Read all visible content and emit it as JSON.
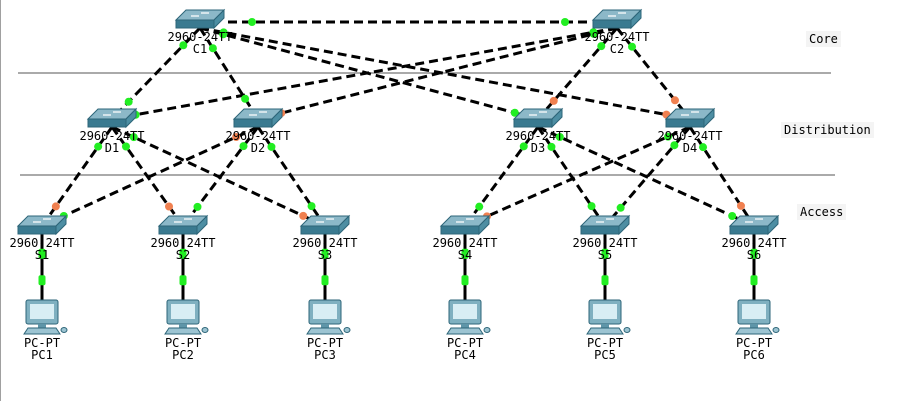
{
  "layers": {
    "core": "Core",
    "distribution": "Distribution",
    "access": "Access"
  },
  "colors": {
    "link": "#000000",
    "port_up": "#22ee22",
    "port_blocking": "#f08050",
    "switch_top": "#8cb8c8",
    "switch_front": "#3a7a90",
    "divider": "#555555"
  },
  "switches": [
    {
      "id": "C1",
      "model": "2960-24TT",
      "name": "C1"
    },
    {
      "id": "C2",
      "model": "2960-24TT",
      "name": "C2"
    },
    {
      "id": "D1",
      "model": "2960-24TT",
      "name": "D1"
    },
    {
      "id": "D2",
      "model": "2960-24TT",
      "name": "D2"
    },
    {
      "id": "D3",
      "model": "2960-24TT",
      "name": "D3"
    },
    {
      "id": "D4",
      "model": "2960-24TT",
      "name": "D4"
    },
    {
      "id": "S1",
      "model": "2960-24TT",
      "name": "S1"
    },
    {
      "id": "S2",
      "model": "2960-24TT",
      "name": "S2"
    },
    {
      "id": "S3",
      "model": "2960-24TT",
      "name": "S3"
    },
    {
      "id": "S4",
      "model": "2960-24TT",
      "name": "S4"
    },
    {
      "id": "S5",
      "model": "2960-24TT",
      "name": "S5"
    },
    {
      "id": "S6",
      "model": "2960-24TT",
      "name": "S6"
    }
  ],
  "pcs": [
    {
      "id": "PC1",
      "model": "PC-PT",
      "name": "PC1"
    },
    {
      "id": "PC2",
      "model": "PC-PT",
      "name": "PC2"
    },
    {
      "id": "PC3",
      "model": "PC-PT",
      "name": "PC3"
    },
    {
      "id": "PC4",
      "model": "PC-PT",
      "name": "PC4"
    },
    {
      "id": "PC5",
      "model": "PC-PT",
      "name": "PC5"
    },
    {
      "id": "PC6",
      "model": "PC-PT",
      "name": "PC6"
    }
  ],
  "links": [
    {
      "from": "C1",
      "to": "C2",
      "from_port": "up",
      "to_port": "up",
      "style": "dashed"
    },
    {
      "from": "C1",
      "to": "D1",
      "from_port": "up",
      "to_port": "up",
      "style": "dashed"
    },
    {
      "from": "C1",
      "to": "D2",
      "from_port": "up",
      "to_port": "up",
      "style": "dashed"
    },
    {
      "from": "C1",
      "to": "D3",
      "from_port": "up",
      "to_port": "up",
      "style": "dashed"
    },
    {
      "from": "C1",
      "to": "D4",
      "from_port": "up",
      "to_port": "blocking",
      "style": "dashed"
    },
    {
      "from": "C2",
      "to": "D1",
      "from_port": "up",
      "to_port": "up",
      "style": "dashed"
    },
    {
      "from": "C2",
      "to": "D2",
      "from_port": "up",
      "to_port": "blocking",
      "style": "dashed"
    },
    {
      "from": "C2",
      "to": "D3",
      "from_port": "up",
      "to_port": "blocking",
      "style": "dashed"
    },
    {
      "from": "C2",
      "to": "D4",
      "from_port": "up",
      "to_port": "blocking",
      "style": "dashed"
    },
    {
      "from": "D1",
      "to": "S1",
      "from_port": "up",
      "to_port": "blocking",
      "style": "dashed"
    },
    {
      "from": "D1",
      "to": "S2",
      "from_port": "up",
      "to_port": "blocking",
      "style": "dashed"
    },
    {
      "from": "D1",
      "to": "S3",
      "from_port": "up",
      "to_port": "blocking",
      "style": "dashed"
    },
    {
      "from": "D2",
      "to": "S1",
      "from_port": "blocking",
      "to_port": "up",
      "style": "dashed"
    },
    {
      "from": "D2",
      "to": "S2",
      "from_port": "up",
      "to_port": "up",
      "style": "dashed"
    },
    {
      "from": "D2",
      "to": "S3",
      "from_port": "up",
      "to_port": "up",
      "style": "dashed"
    },
    {
      "from": "D3",
      "to": "S4",
      "from_port": "up",
      "to_port": "up",
      "style": "dashed"
    },
    {
      "from": "D3",
      "to": "S5",
      "from_port": "up",
      "to_port": "up",
      "style": "dashed"
    },
    {
      "from": "D3",
      "to": "S6",
      "from_port": "up",
      "to_port": "up",
      "style": "dashed"
    },
    {
      "from": "D4",
      "to": "S4",
      "from_port": "up",
      "to_port": "blocking",
      "style": "dashed"
    },
    {
      "from": "D4",
      "to": "S5",
      "from_port": "up",
      "to_port": "up",
      "style": "dashed"
    },
    {
      "from": "D4",
      "to": "S6",
      "from_port": "up",
      "to_port": "blocking",
      "style": "dashed"
    },
    {
      "from": "S1",
      "to": "PC1",
      "from_port": "up",
      "to_port": "up",
      "style": "solid"
    },
    {
      "from": "S2",
      "to": "PC2",
      "from_port": "up",
      "to_port": "up",
      "style": "solid"
    },
    {
      "from": "S3",
      "to": "PC3",
      "from_port": "up",
      "to_port": "up",
      "style": "solid"
    },
    {
      "from": "S4",
      "to": "PC4",
      "from_port": "up",
      "to_port": "up",
      "style": "solid"
    },
    {
      "from": "S5",
      "to": "PC5",
      "from_port": "up",
      "to_port": "up",
      "style": "solid"
    },
    {
      "from": "S6",
      "to": "PC6",
      "from_port": "up",
      "to_port": "up",
      "style": "solid"
    }
  ]
}
